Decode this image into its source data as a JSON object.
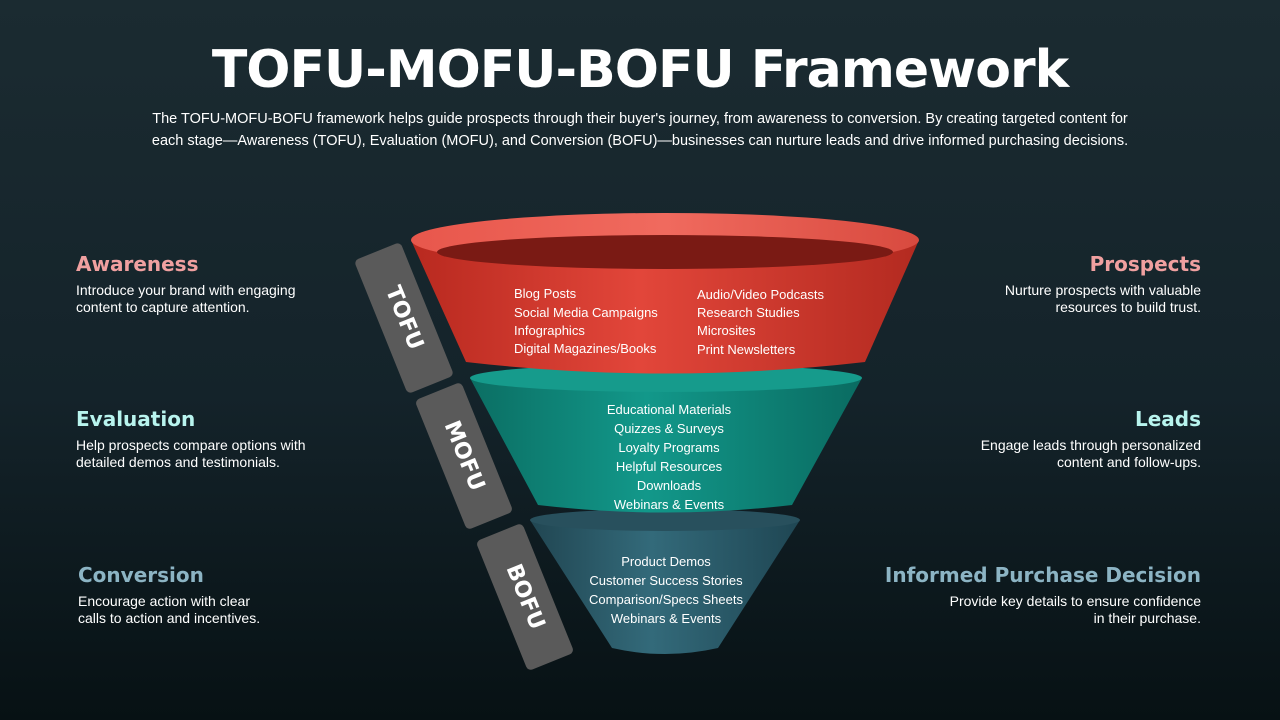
{
  "title": "TOFU-MOFU-BOFU Framework",
  "subtitle": "The TOFU-MOFU-BOFU framework helps guide prospects through their buyer's journey, from awareness to conversion. By creating targeted content for each stage—Awareness (TOFU), Evaluation (MOFU), and Conversion (BOFU)—businesses can nurture leads and drive informed purchasing decisions.",
  "stages": [
    {
      "tag": "TOFU",
      "color": "#d8392e",
      "left": {
        "heading": "Awareness",
        "text_lines": [
          "Introduce your brand with engaging",
          "content to capture attention."
        ]
      },
      "right": {
        "heading": "Prospects",
        "text_lines": [
          "Nurture prospects with valuable",
          "resources to build trust."
        ]
      },
      "items_col1": [
        "Blog Posts",
        "Social Media Campaigns",
        "Infographics",
        "Digital Magazines/Books"
      ],
      "items_col2": [
        "Audio/Video Podcasts",
        "Research Studies",
        "Microsites",
        "Print Newsletters"
      ]
    },
    {
      "tag": "MOFU",
      "color": "#0f8a7c",
      "left": {
        "heading": "Evaluation",
        "text_lines": [
          "Help prospects compare options with",
          "detailed demos and testimonials."
        ]
      },
      "right": {
        "heading": "Leads",
        "text_lines": [
          "Engage leads through personalized",
          "content and follow-ups."
        ]
      },
      "items": [
        "Educational Materials",
        "Quizzes & Surveys",
        "Loyalty Programs",
        "Helpful Resources",
        "Downloads",
        "Webinars & Events"
      ]
    },
    {
      "tag": "BOFU",
      "color": "#2a5868",
      "left": {
        "heading": "Conversion",
        "text_lines": [
          "Encourage action with clear",
          "calls to action and incentives."
        ]
      },
      "right": {
        "heading": "Informed Purchase Decision",
        "text_lines": [
          "Provide key details to ensure confidence",
          "in their purchase."
        ]
      },
      "items": [
        "Product Demos",
        "Customer Success Stories",
        "Comparison/Specs Sheets",
        "Webinars & Events"
      ]
    }
  ],
  "colors": {
    "awareness_heading": "#f0a0a0",
    "evaluation_heading": "#b8f4ee",
    "conversion_heading": "#8cb4c4",
    "tag_background": "#5a5a5a"
  }
}
